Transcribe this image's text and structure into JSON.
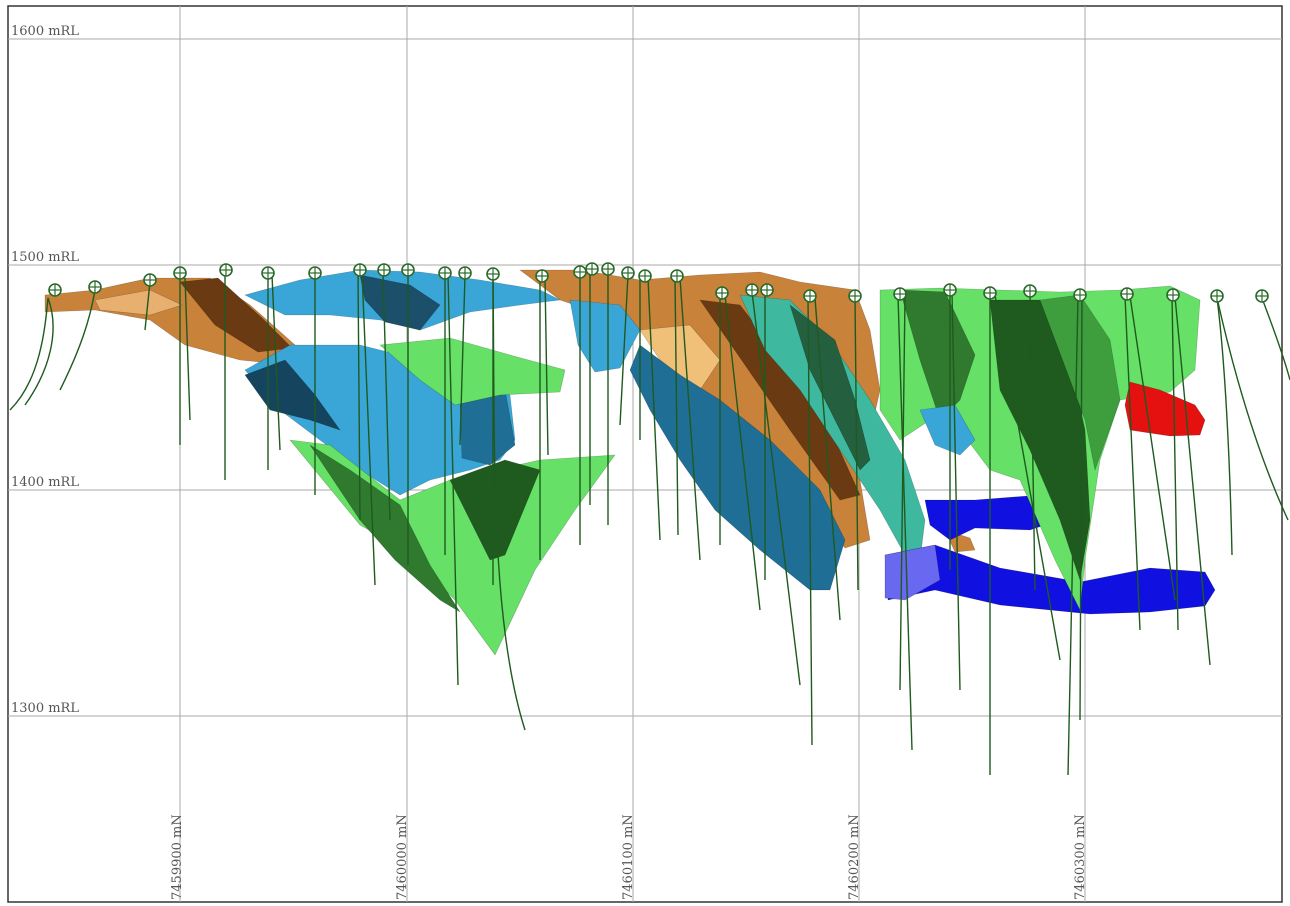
{
  "section": {
    "rl_labels": [
      "1600 mRL",
      "1500 mRL",
      "1400 mRL",
      "1300 mRL"
    ],
    "northing_labels": [
      "7459900 mN",
      "7460000 mN",
      "7460100 mN",
      "7460200 mN",
      "7460300 mN"
    ]
  },
  "colors": {
    "brown_lode": "#c8823a",
    "light_blue_lode": "#3aa6d8",
    "dark_blue_lode": "#1f6e96",
    "light_green_lode": "#66e066",
    "dark_green_lode": "#2f7a2f",
    "royal_blue_lode": "#1010e0",
    "red_lode": "#e51010",
    "drillhole": "#1f5a1f"
  }
}
